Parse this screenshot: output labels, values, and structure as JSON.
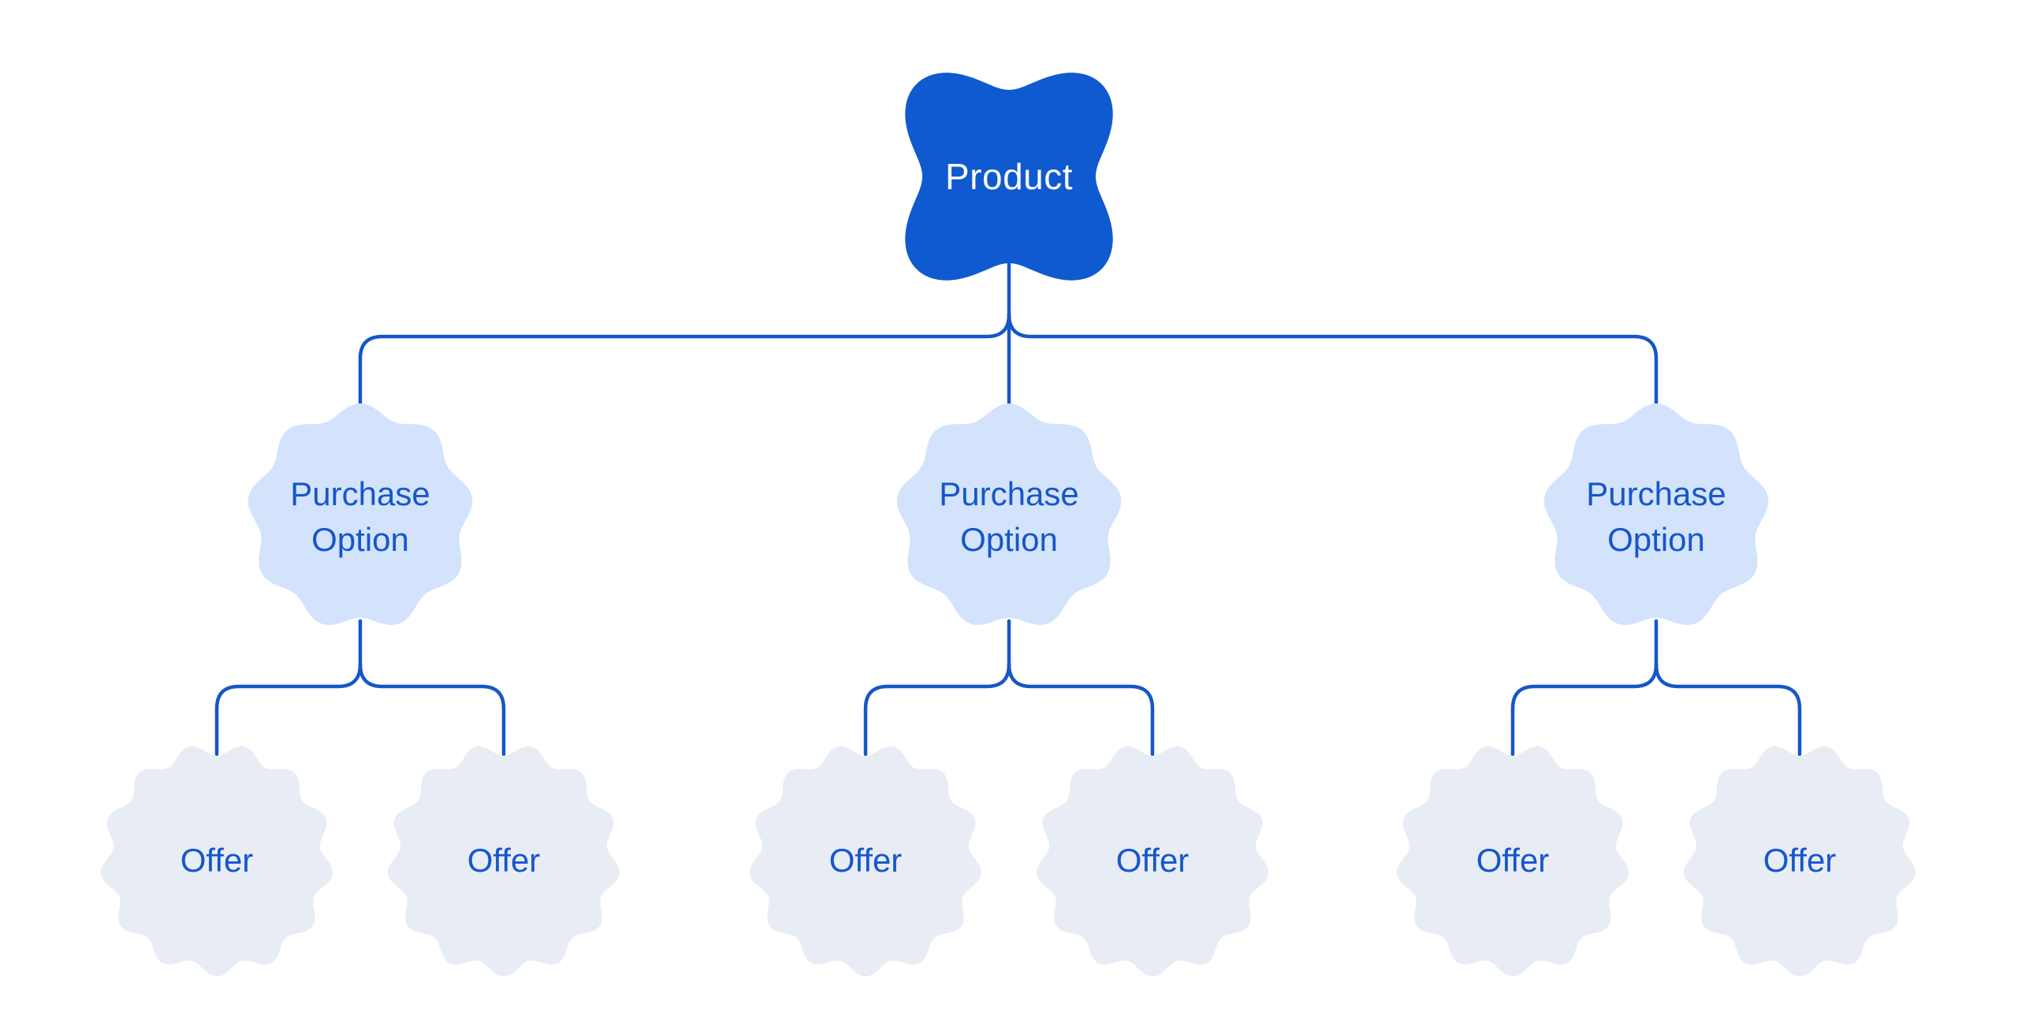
{
  "diagram": {
    "type": "tree",
    "levels": [
      "Product",
      "Purchase Option",
      "Offer"
    ]
  },
  "tree": {
    "root": {
      "label": "Product"
    },
    "options": [
      {
        "label": "Purchase Option",
        "offers": [
          {
            "label": "Offer"
          },
          {
            "label": "Offer"
          }
        ]
      },
      {
        "label": "Purchase Option",
        "offers": [
          {
            "label": "Offer"
          },
          {
            "label": "Offer"
          }
        ]
      },
      {
        "label": "Purchase Option",
        "offers": [
          {
            "label": "Offer"
          },
          {
            "label": "Offer"
          }
        ]
      }
    ]
  },
  "palette": {
    "background": "#ffffff",
    "product_fill": "#0f5ad0",
    "product_text": "#ffffff",
    "option_fill": "#d3e3fc",
    "option_text": "#1656c8",
    "offer_fill": "#e8ecf4",
    "offer_text": "#1656cd",
    "connector": "#1656c8"
  }
}
